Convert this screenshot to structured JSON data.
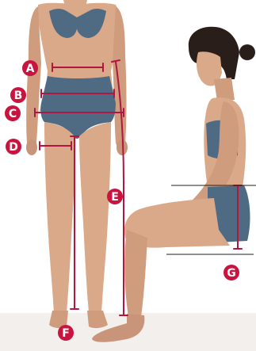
{
  "diagram": {
    "colors": {
      "background": "#ffffff",
      "skin": "#d9a98a",
      "skin_shadow": "#b98466",
      "clothing": "#4f6b84",
      "clothing_dark": "#3e566c",
      "hair": "#2a1e1a",
      "measure_line": "#b0163f",
      "guide_line": "#1f1f1f",
      "badge": "#c8143f",
      "floor": "#efeae6"
    },
    "labels": {
      "A": "A",
      "B": "B",
      "C": "C",
      "D": "D",
      "E": "E",
      "F": "F",
      "G": "G"
    }
  }
}
